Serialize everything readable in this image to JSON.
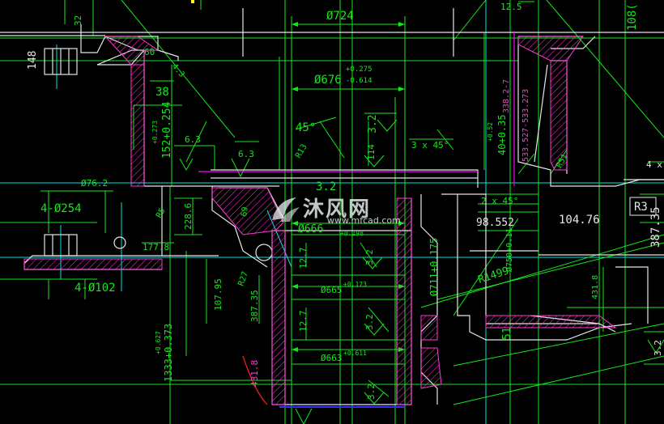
{
  "colors": {
    "background": "#000000",
    "outline": "#ffffff",
    "dimension": "#13e81b",
    "centerline": "#00ffff",
    "hatch": "#ff3ad6",
    "magenta": "#ff00ff",
    "red": "#ff2020",
    "blue": "#2020ff",
    "yellow": "#ffff00"
  },
  "dims": {
    "d32": "32",
    "d148": "148",
    "d60": "60°",
    "d43": "4.3",
    "d38": "38",
    "d724": "Ø724",
    "d676": "Ø676",
    "d676_tol_up": "+0.275",
    "d676_tol_dn": "-0.614",
    "d125": "12.5",
    "d108": "108(",
    "t533": "533.527-533.273",
    "t338": "338.2-7",
    "t40": "40+0.35",
    "t40b": "+0.52",
    "d45": "45°",
    "d32b": "3.2",
    "d32c": "3.2",
    "d32d": "3.2",
    "d32e": "3.2",
    "d32f": "3.2",
    "d114": "114",
    "d3x45": "3 x 45°",
    "t152": "152+0.254",
    "t152b": "+0.273",
    "d63a": "6.3",
    "d63b": "6.3",
    "d762": "Ø76.2",
    "d4_254": "4-Ø254",
    "d2286": "228.6",
    "d1778": "177.8",
    "d4_102": "4-Ø102",
    "d666": "Ø666",
    "d666tol": "+0.198",
    "d2x45": "2 x 45°",
    "d98": "98.552",
    "d104": "104.76",
    "dR3": "R3",
    "d387b": "387.35",
    "d4x": "4 x",
    "dR51": "R51",
    "d127a": "12.7",
    "d127b": "12.7",
    "d665": "Ø665",
    "d665tol": "+0.173",
    "d663": "Ø663",
    "d663tol": "+0.611",
    "d711": "Ø711+0.175",
    "d750": "Ø750+0.11",
    "dR1499": "R1499",
    "d4318a": "431.8",
    "d4318b": "431.8",
    "d10795": "107.95",
    "d38735": "387.35",
    "dR27": "R27",
    "d1333": "1333+0.373",
    "d1333b": "+0.627",
    "d51": "51",
    "d32g": "3.2",
    "dR5": "R5",
    "d69": "69",
    "dR13": "R13"
  },
  "watermark": {
    "brand": "沐风网",
    "url": "www.mfcad.com"
  }
}
